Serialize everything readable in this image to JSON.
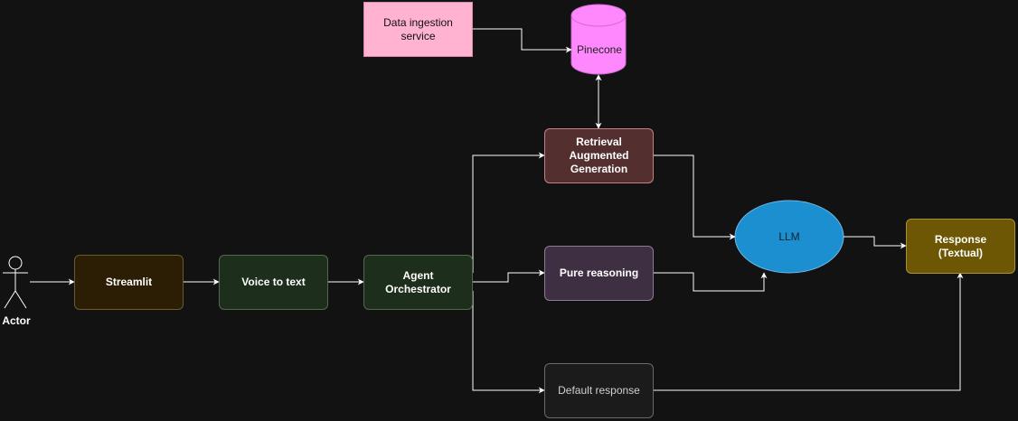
{
  "nodes": {
    "ingest": "Data ingestion\nservice",
    "pinecone": "Pinecone",
    "rag": "Retrieval Augmented\nGeneration",
    "llm": "LLM",
    "response": "Response\n(Textual)",
    "actor": "Actor",
    "streamlit": "Streamlit",
    "voice": "Voice to text",
    "agent": "Agent\nOrchestrator",
    "pure": "Pure reasoning",
    "default": "Default response"
  },
  "colors": {
    "background": "#121212",
    "edge": "#ffffff",
    "ingest_fill": "#ffb3d1",
    "pinecone_fill": "#ff88ff",
    "llm_fill": "#1b8fd0",
    "response_fill": "#6d5704"
  }
}
